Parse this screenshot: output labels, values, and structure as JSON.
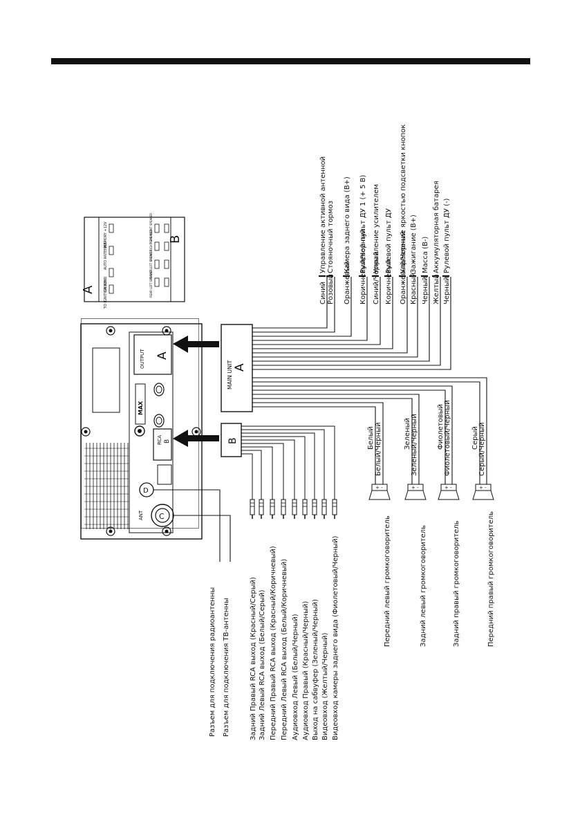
{
  "connector_a": {
    "label": "A",
    "main_unit_label": "MAIN UNIT",
    "wires": [
      {
        "color": "Синий",
        "function": "Управление  активной  антенной"
      },
      {
        "color": "Розовый",
        "function": "Стояночный тормоз"
      },
      {
        "color": "Оранжевый",
        "function": "Камера заднего вида (B+)"
      },
      {
        "color": "Коричневый/Черный",
        "function": "Рулевой пульт ДУ 1 (+ 5 В)"
      },
      {
        "color": "Синий/Черный",
        "function": "Управление усилителем"
      },
      {
        "color": "Коричневый",
        "function": "Рулевой пульт ДУ"
      },
      {
        "color": "Оранжевый/Черный",
        "function": "Управление яркостью подсветки кнопок"
      },
      {
        "color": "Красный",
        "function": "Зажигание (B+)"
      },
      {
        "color": "Черный",
        "function": "Масса (B-)"
      },
      {
        "color": "Желтый",
        "function": "Аккумуляторная батарея"
      },
      {
        "color": "Черный",
        "function": "Рулевой пульт ДУ (-)"
      }
    ]
  },
  "speaker_wires": [
    {
      "label": "Белый"
    },
    {
      "label": "Белый/Черный"
    },
    {
      "label": "Зеленый"
    },
    {
      "label": "Зеленый/Черный"
    },
    {
      "label": "Фиолетовый"
    },
    {
      "label": "Фиолетовый/Черный"
    },
    {
      "label": "Серый"
    },
    {
      "label": "Серый/Черный"
    }
  ],
  "speakers": [
    {
      "label": "Передний левый громкоговоритель"
    },
    {
      "label": "Задний левый громкоговоритель"
    },
    {
      "label": "Задний правый громкоговоритель"
    },
    {
      "label": "Передний правый громкоговоритель"
    }
  ],
  "connector_b": {
    "label": "B",
    "rca_outputs": [
      "Задний Правый RCA выход (Красный/Серый)",
      "Задний Левый RCA выход (Белый/Серый)",
      "Передний Правый RCA выход (Красный/Коричневый)",
      "Передний Левый RCA выход (Белый/Коричневый)",
      "Аудиовход Левый (Белый/Черный)",
      "Аудиовход Правый (Красный/Черный)",
      "Выход на сабвуфер (Зеленый/Черный)",
      "Видеовход (Желтый/Черный)",
      "Видеовход камеры заднего вида (Фиолетовый/Черный)"
    ]
  },
  "antenna": [
    {
      "label": "Разъем для подключения радиоантенны"
    },
    {
      "label": "Разъем для подключения ТВ-антенны"
    }
  ],
  "unit_labels": {
    "output": "OUTPUT",
    "rca": "RCA",
    "ant": "ANT",
    "port_a": "A",
    "port_b": "B",
    "port_c": "C",
    "port_d": "D",
    "logo": "MAX"
  },
  "inset": {
    "a_label": "A",
    "b_label": "B",
    "a_pins": [
      "MEMORY +12V",
      "AUTO ANTENNA",
      "GROUND",
      "TO IGNITION KEY"
    ],
    "b_pins": [
      "REAR RIGHT SPEAKER",
      "FRONT RIGHT SPEAKER",
      "FRONT LEFT SPEAKER",
      "REAR LEFT SPEAKER"
    ]
  }
}
